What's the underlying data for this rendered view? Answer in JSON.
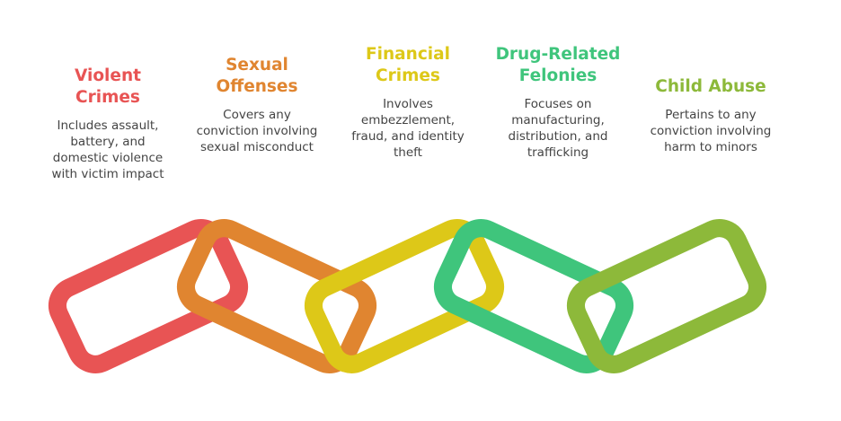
{
  "items": [
    {
      "title_lines": [
        "Violent Crimes"
      ],
      "desc_lines": [
        "Includes assault,",
        "battery, and",
        "domestic violence",
        "with victim impact"
      ],
      "color": "#E85454"
    },
    {
      "title_lines": [
        "Sexual",
        "Offenses"
      ],
      "desc_lines": [
        "Covers any",
        "conviction involving",
        "sexual misconduct"
      ],
      "color": "#E08530"
    },
    {
      "title_lines": [
        "Financial",
        "Crimes"
      ],
      "desc_lines": [
        "Involves",
        "embezzlement,",
        "fraud, and identity",
        "theft"
      ],
      "color": "#DDC818"
    },
    {
      "title_lines": [
        "Drug-Related",
        "Felonies"
      ],
      "desc_lines": [
        "Focuses on",
        "manufacturing,",
        "distribution, and",
        "trafficking"
      ],
      "color": "#3FC57C"
    },
    {
      "title_lines": [
        "Child Abuse"
      ],
      "desc_lines": [
        "Pertains to any",
        "conviction involving",
        "harm to minors"
      ],
      "color": "#8DB93A"
    }
  ]
}
